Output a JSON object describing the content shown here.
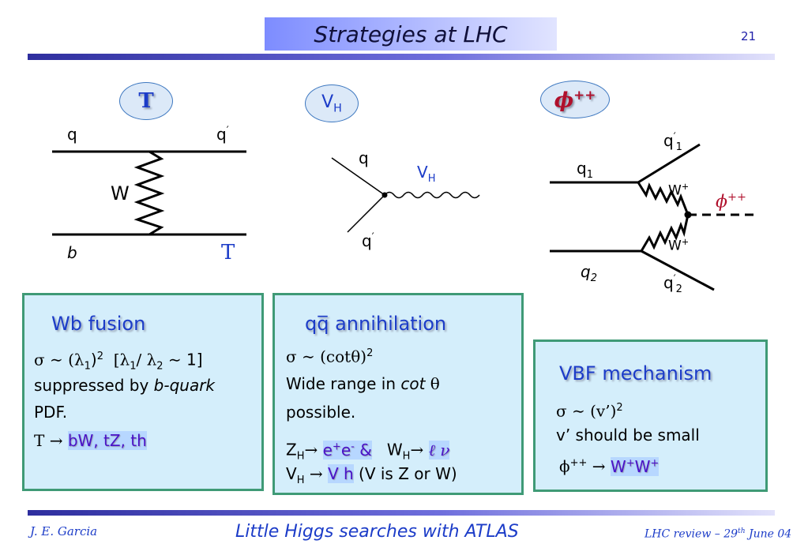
{
  "slide": {
    "title": "Strategies at LHC",
    "page_number": "21",
    "footer": {
      "author": "J. E. Garcia",
      "talk_title": "Little Higgs searches with ATLAS",
      "meeting": "LHC review",
      "date_sep": " – ",
      "date_day": "29",
      "date_suffix": "th",
      "date_rest": " June 04"
    }
  },
  "diagrams": {
    "T": {
      "label": "T",
      "q_in": "q",
      "q_out": "q",
      "prime": "′",
      "W": "W",
      "b": "b",
      "T_out": "T"
    },
    "VH": {
      "label_main": "V",
      "label_sub": "H",
      "q_top": "q",
      "q_bottom": "q",
      "prime": "′",
      "boson_main": "V",
      "boson_sub": "H"
    },
    "phi": {
      "label_main": "ϕ",
      "label_sup": "++",
      "q1_main": "q",
      "q1_sub": "1",
      "q2_main": "q",
      "q2_sub": "2",
      "q1p_main": "q",
      "q1p_sub": "1",
      "q2p_main": "q",
      "q2p_sub": "2",
      "prime": "′",
      "w_top_main": "W",
      "w_top_sup": "+",
      "w_bot_main": "W",
      "w_bot_sup": "+",
      "phi_main": "ϕ",
      "phi_sup": "++"
    }
  },
  "boxes": {
    "wb": {
      "heading": "Wb fusion",
      "l1_sigma": "σ ∼ (λ",
      "l1_sub1": "1",
      "l1_close": ")",
      "l1_sup": "2",
      "l1_bracket": "[λ",
      "l1_sub2": "1",
      "l1_slash": "/ λ",
      "l1_sub3": "2",
      "l1_end": " ∼ 1]",
      "l2_a": "suppressed by ",
      "l2_b": "b-quark",
      "l3": "PDF.",
      "l4_a": "T → ",
      "l4_b": "bW, tZ, th"
    },
    "qq": {
      "heading_q": "q",
      "heading_qbar": "q̅",
      "heading_rest": " annihilation",
      "l1_a": "σ ∼ (cotθ)",
      "l1_sup": "2",
      "l2_a": "Wide range in ",
      "l2_b": "cot",
      "l2_c": " θ",
      "l3": "possible.",
      "l4_Z": "Z",
      "l4_Zsub": "H",
      "l4_arrow": "→ ",
      "l4_e": "e",
      "l4_esup1": "+",
      "l4_e2": "e",
      "l4_esup2": "-",
      "l4_amp": " &",
      "l4_W": "W",
      "l4_Wsub": "H",
      "l4_arrow2": "→ ",
      "l4_lnu": "ℓ ν",
      "l5_V": "V",
      "l5_Vsub": "H",
      "l5_arrow": " → ",
      "l5_Vh": "V h",
      "l5_rest": " (V is Z or W)"
    },
    "vbf": {
      "heading": "VBF mechanism",
      "l1_a": "σ ∼ (v’)",
      "l1_sup": "2",
      "l2": "v’ should be small",
      "l3_phi": "ϕ",
      "l3_phisup": "++",
      "l3_arrow": " → ",
      "l3_W1": "W",
      "l3_W1sup": "+",
      "l3_W2": "W",
      "l3_W2sup": "+"
    }
  },
  "colors": {
    "accent_blue": "#1c3cc8",
    "box_fill": "#d4eefb",
    "box_border": "#3f9a76",
    "highlight_text": "#4a12c8",
    "phi_red": "#b0102c"
  }
}
